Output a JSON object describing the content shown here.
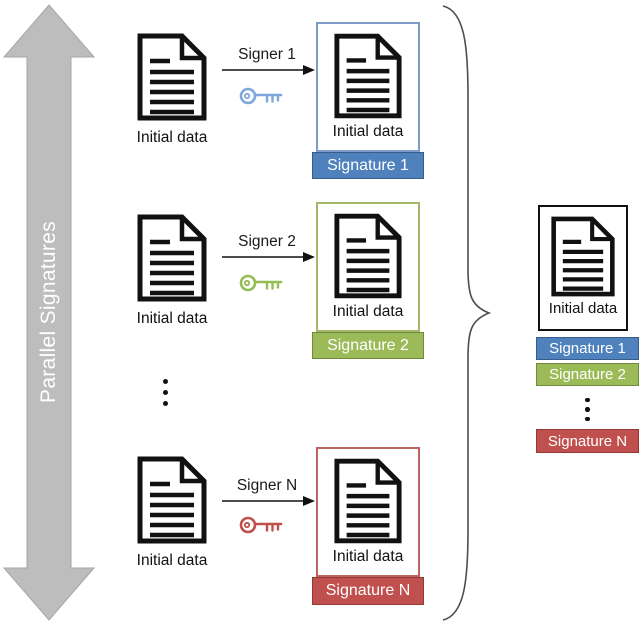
{
  "diagram_label": "Parallel Signatures",
  "colors": {
    "arrow_fill": "#bdbdbd",
    "arrow_stroke": "#a6a6a6",
    "brace_stroke": "#4d4d4d",
    "document_ink": "#111111"
  },
  "rows": [
    {
      "signer": "Signer 1",
      "input_doc_label": "Initial data",
      "output_doc_label": "Initial data",
      "signature_label": "Signature 1",
      "signature_color": "#4f81bd",
      "signature_border_color": "#385d8a",
      "frame_color": "#7d9dc6",
      "key_color": "#7fa7dc"
    },
    {
      "signer": "Signer 2",
      "input_doc_label": "Initial data",
      "output_doc_label": "Initial data",
      "signature_label": "Signature 2",
      "signature_color": "#9bbb59",
      "signature_border_color": "#71893f",
      "frame_color": "#a2b969",
      "key_color": "#94bd54"
    },
    {
      "signer": "Signer N",
      "input_doc_label": "Initial data",
      "output_doc_label": "Initial data",
      "signature_label": "Signature N",
      "signature_color": "#c0504d",
      "signature_border_color": "#953735",
      "frame_color": "#bd6360",
      "key_color": "#c0504d"
    }
  ],
  "result": {
    "doc_label": "Initial data",
    "signatures": [
      {
        "label": "Signature 1",
        "color": "#4f81bd",
        "border_color": "#385d8a"
      },
      {
        "label": "Signature 2",
        "color": "#9bbb59",
        "border_color": "#71893f"
      },
      {
        "label": "Signature N",
        "color": "#c0504d",
        "border_color": "#953735"
      }
    ]
  }
}
